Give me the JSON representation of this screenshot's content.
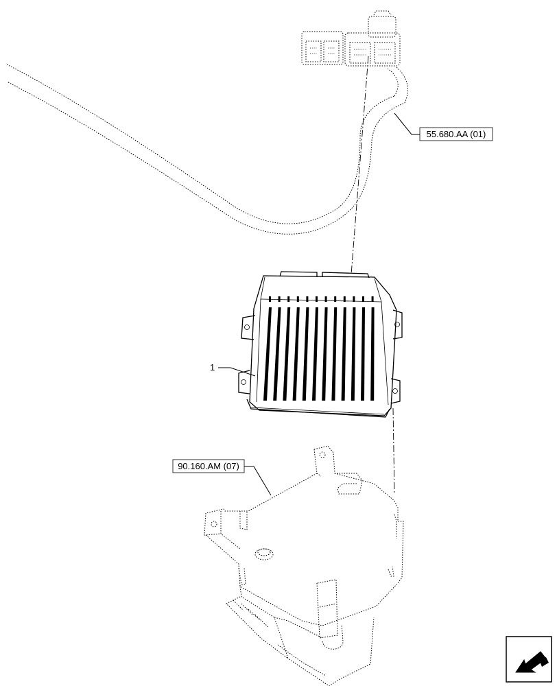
{
  "labels": {
    "item_1": "1",
    "ref_harness": "55.680.AA (01)",
    "ref_bracket": "90.160.AM (07)"
  },
  "icons": {
    "nav": "arrow-down-left-icon"
  },
  "colors": {
    "line": "#000000",
    "background": "#ffffff"
  }
}
